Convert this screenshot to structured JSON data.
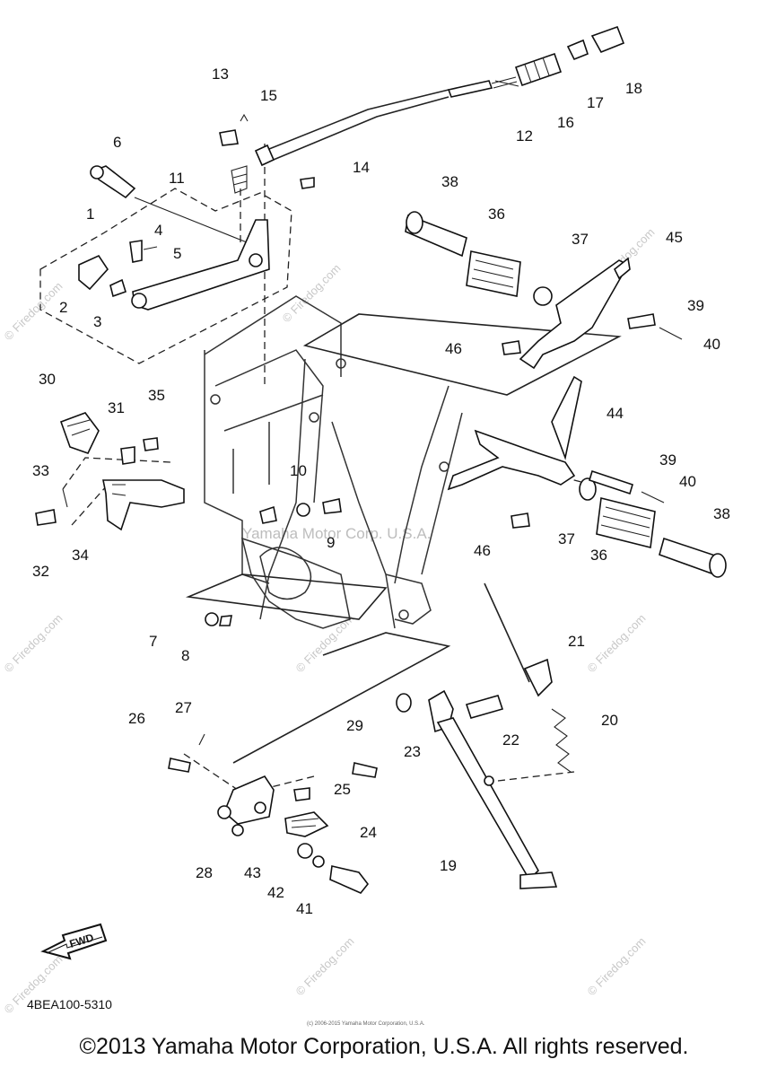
{
  "diagram": {
    "part_labels": [
      "1",
      "2",
      "3",
      "4",
      "5",
      "6",
      "7",
      "8",
      "9",
      "10",
      "11",
      "12",
      "13",
      "14",
      "15",
      "16",
      "17",
      "18",
      "19",
      "20",
      "21",
      "22",
      "23",
      "24",
      "25",
      "26",
      "27",
      "28",
      "29",
      "30",
      "31",
      "32",
      "33",
      "34",
      "35",
      "36",
      "36",
      "37",
      "37",
      "38",
      "38",
      "39",
      "39",
      "40",
      "40",
      "41",
      "42",
      "43",
      "44",
      "45",
      "46",
      "46"
    ],
    "diagram_code": "4BEA100-5310",
    "fwd_label": "FWD",
    "watermark_main": "Yamaha Motor Corp. U.S.A.",
    "watermark_site": "© Firedog.com",
    "small_print": "(c) 2006-2015 Yamaha Motor Corporation, U.S.A."
  },
  "footer": {
    "copyright": "©2013 Yamaha Motor Corporation, U.S.A. All rights reserved."
  }
}
